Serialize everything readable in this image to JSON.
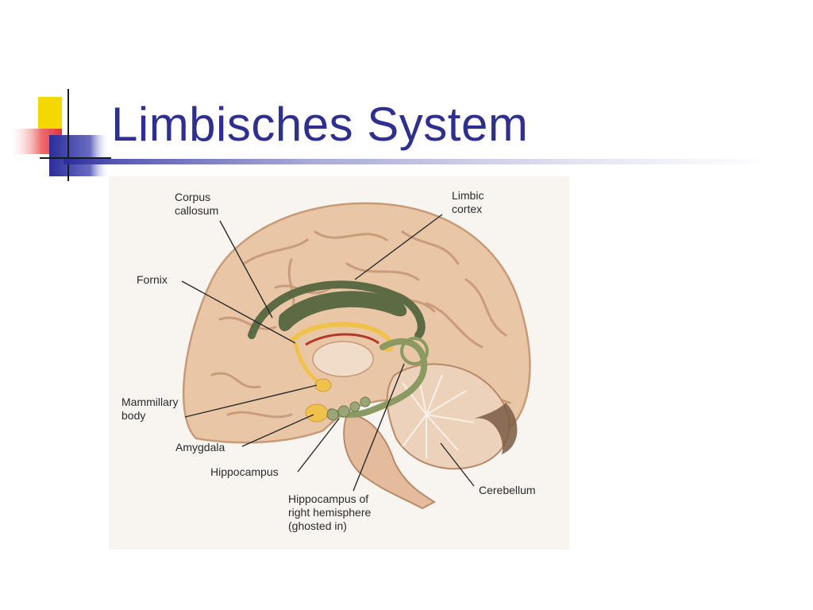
{
  "slide": {
    "title": "Limbisches System"
  },
  "diagram": {
    "labels": {
      "corpus_callosum": [
        "Corpus",
        "callosum"
      ],
      "limbic_cortex": [
        "Limbic",
        "cortex"
      ],
      "fornix": [
        "Fornix"
      ],
      "mammillary_body": [
        "Mammillary",
        "body"
      ],
      "amygdala": [
        "Amygdala"
      ],
      "hippocampus": [
        "Hippocampus"
      ],
      "hippocampus_right": [
        "Hippocampus of",
        "right hemisphere",
        "(ghosted in)"
      ],
      "cerebellum": [
        "Cerebellum"
      ]
    }
  },
  "colors": {
    "title": "#2e2f8f",
    "accent_yellow": "#f5d800",
    "accent_red": "#e8323a",
    "accent_blue": "#2a2d9b",
    "brain": "#e9c6a6",
    "brain_dark": "#c79a78",
    "limbic_green": "#5c6b44",
    "limbic_yellow": "#f1c24a"
  }
}
